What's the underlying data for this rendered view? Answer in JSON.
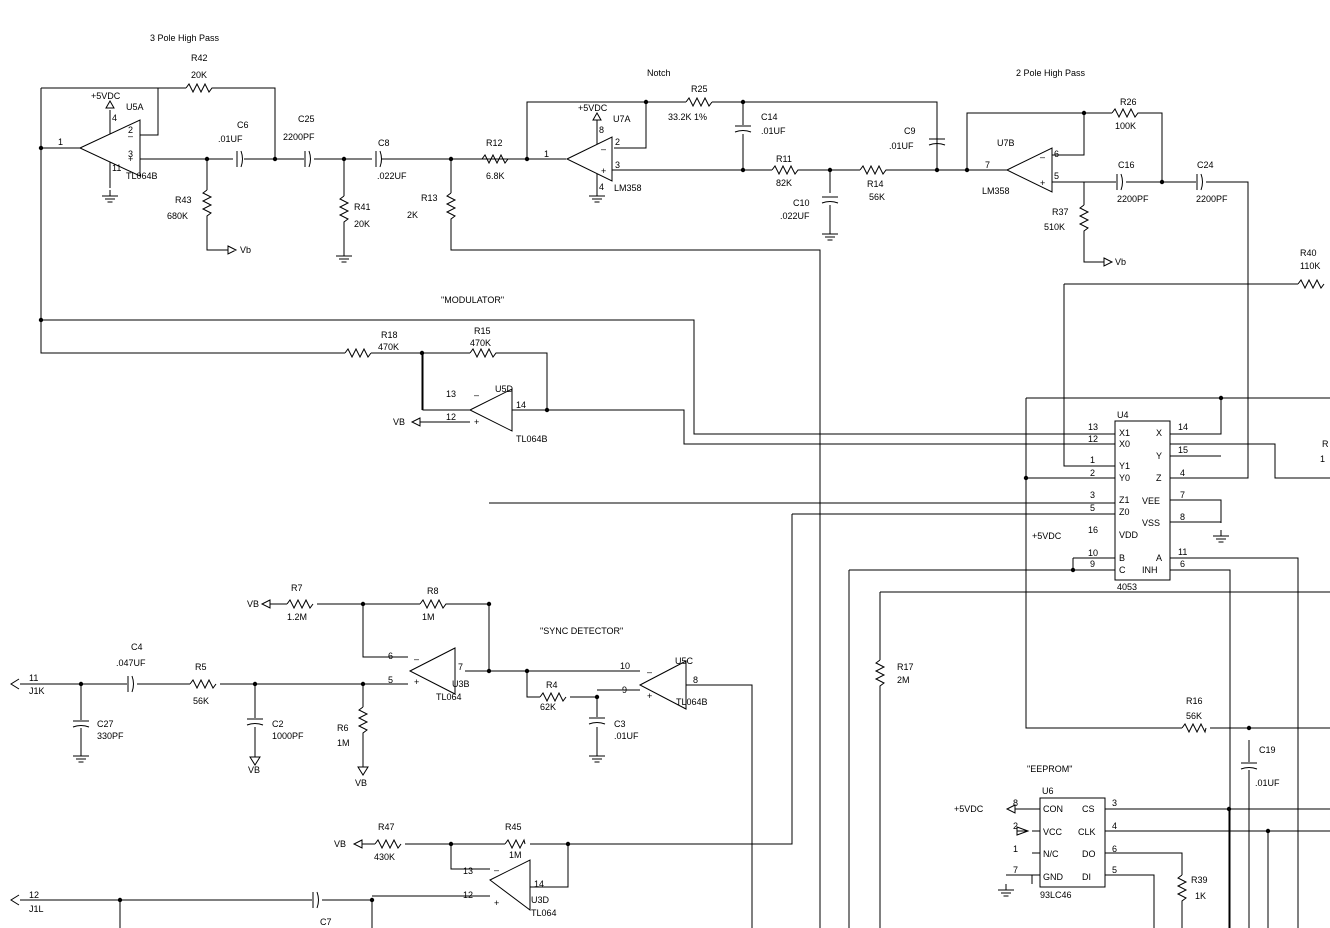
{
  "sections": {
    "hp3": "3 Pole High Pass",
    "notch": "Notch",
    "hp2": "2 Pole High Pass",
    "modulator": "\"MODULATOR\"",
    "sync": "\"SYNC DETECTOR\"",
    "eeprom": "\"EEPROM\""
  },
  "opamps": {
    "u5a": {
      "ref": "U5A",
      "part": "TL064B",
      "pwr": "+5VDC",
      "p1": "1",
      "p2": "2",
      "p3": "3",
      "p4": "4",
      "p11": "11"
    },
    "u7a": {
      "ref": "U7A",
      "part": "LM358",
      "pwr": "+5VDC",
      "p1": "1",
      "p2": "2",
      "p3": "3",
      "p4": "4",
      "p8": "8"
    },
    "u7b": {
      "ref": "U7B",
      "part": "LM358",
      "p5": "5",
      "p6": "6",
      "p7": "7"
    },
    "u5d": {
      "ref": "U5D",
      "part": "TL064B",
      "p12": "12",
      "p13": "13",
      "p14": "14"
    },
    "u3b": {
      "ref": "U3B",
      "part": "TL064",
      "p5": "5",
      "p6": "6",
      "p7": "7"
    },
    "u5c": {
      "ref": "U5C",
      "part": "TL064B",
      "p8": "8",
      "p9": "9",
      "p10": "10"
    },
    "u3d": {
      "ref": "U3D",
      "part": "TL064",
      "p12": "12",
      "p13": "13",
      "p14": "14"
    }
  },
  "resistors": {
    "r42": {
      "ref": "R42",
      "val": "20K"
    },
    "r43": {
      "ref": "R43",
      "val": "680K"
    },
    "r41": {
      "ref": "R41",
      "val": "20K"
    },
    "r13": {
      "ref": "R13",
      "val": "2K"
    },
    "r12": {
      "ref": "R12",
      "val": "6.8K"
    },
    "r25": {
      "ref": "R25",
      "val": "33.2K 1%"
    },
    "r11": {
      "ref": "R11",
      "val": "82K"
    },
    "r14": {
      "ref": "R14",
      "val": "56K"
    },
    "r26": {
      "ref": "R26",
      "val": "100K"
    },
    "r37": {
      "ref": "R37",
      "val": "510K"
    },
    "r40": {
      "ref": "R40",
      "val": "110K"
    },
    "r18": {
      "ref": "R18",
      "val": "470K"
    },
    "r15": {
      "ref": "R15",
      "val": "470K"
    },
    "r7": {
      "ref": "R7",
      "val": "1.2M"
    },
    "r8": {
      "ref": "R8",
      "val": "1M"
    },
    "r5": {
      "ref": "R5",
      "val": "56K"
    },
    "r6": {
      "ref": "R6",
      "val": "1M"
    },
    "r4": {
      "ref": "R4",
      "val": "62K"
    },
    "r17": {
      "ref": "R17",
      "val": "2M"
    },
    "r16": {
      "ref": "R16",
      "val": "56K"
    },
    "r47": {
      "ref": "R47",
      "val": "430K"
    },
    "r45": {
      "ref": "R45",
      "val": "1M"
    },
    "r39": {
      "ref": "R39",
      "val": "1K"
    }
  },
  "capacitors": {
    "c6": {
      "ref": "C6",
      "val": ".01UF"
    },
    "c25": {
      "ref": "C25",
      "val": "2200PF"
    },
    "c8": {
      "ref": "C8",
      "val": ".022UF"
    },
    "c14": {
      "ref": "C14",
      "val": ".01UF"
    },
    "c9": {
      "ref": "C9",
      "val": ".01UF"
    },
    "c10": {
      "ref": "C10",
      "val": ".022UF"
    },
    "c16": {
      "ref": "C16",
      "val": "2200PF"
    },
    "c24": {
      "ref": "C24",
      "val": "2200PF"
    },
    "c4": {
      "ref": "C4",
      "val": ".047UF"
    },
    "c27": {
      "ref": "C27",
      "val": "330PF"
    },
    "c2": {
      "ref": "C2",
      "val": "1000PF"
    },
    "c3": {
      "ref": "C3",
      "val": ".01UF"
    },
    "c19": {
      "ref": "C19",
      "val": ".01UF"
    },
    "c7": {
      "ref": "C7"
    }
  },
  "nets": {
    "vb": "Vb",
    "vbcap": "VB",
    "pwr": "+5VDC"
  },
  "connectors": {
    "j1k": {
      "pin": "11",
      "ref": "J1K"
    },
    "j1l": {
      "pin": "12",
      "ref": "J1L"
    }
  },
  "u4": {
    "ref": "U4",
    "part": "4053",
    "left_pins": [
      {
        "num": "13",
        "name": "X1"
      },
      {
        "num": "12",
        "name": "X0"
      },
      {
        "num": "1",
        "name": "Y1"
      },
      {
        "num": "2",
        "name": "Y0"
      },
      {
        "num": "3",
        "name": "Z1"
      },
      {
        "num": "5",
        "name": "Z0"
      },
      {
        "num": "16",
        "name": "VDD"
      },
      {
        "num": "10",
        "name": "B"
      },
      {
        "num": "9",
        "name": "C"
      }
    ],
    "right_pins": [
      {
        "num": "14",
        "name": "X"
      },
      {
        "num": "15",
        "name": "Y"
      },
      {
        "num": "4",
        "name": "Z"
      },
      {
        "num": "7",
        "name": "VEE"
      },
      {
        "num": "8",
        "name": "VSS"
      },
      {
        "num": "11",
        "name": "A"
      },
      {
        "num": "6",
        "name": "INH"
      }
    ]
  },
  "u6": {
    "ref": "U6",
    "part": "93LC46",
    "left_pins": [
      {
        "num": "8",
        "name": "CON"
      },
      {
        "num": "2",
        "name": "VCC"
      },
      {
        "num": "1",
        "name": "N/C"
      },
      {
        "num": "7",
        "name": "GND"
      }
    ],
    "right_pins": [
      {
        "num": "3",
        "name": "CS"
      },
      {
        "num": "4",
        "name": "CLK"
      },
      {
        "num": "6",
        "name": "DO"
      },
      {
        "num": "5",
        "name": "DI"
      }
    ]
  },
  "edge": {
    "r1": "R",
    "r2": "1"
  }
}
